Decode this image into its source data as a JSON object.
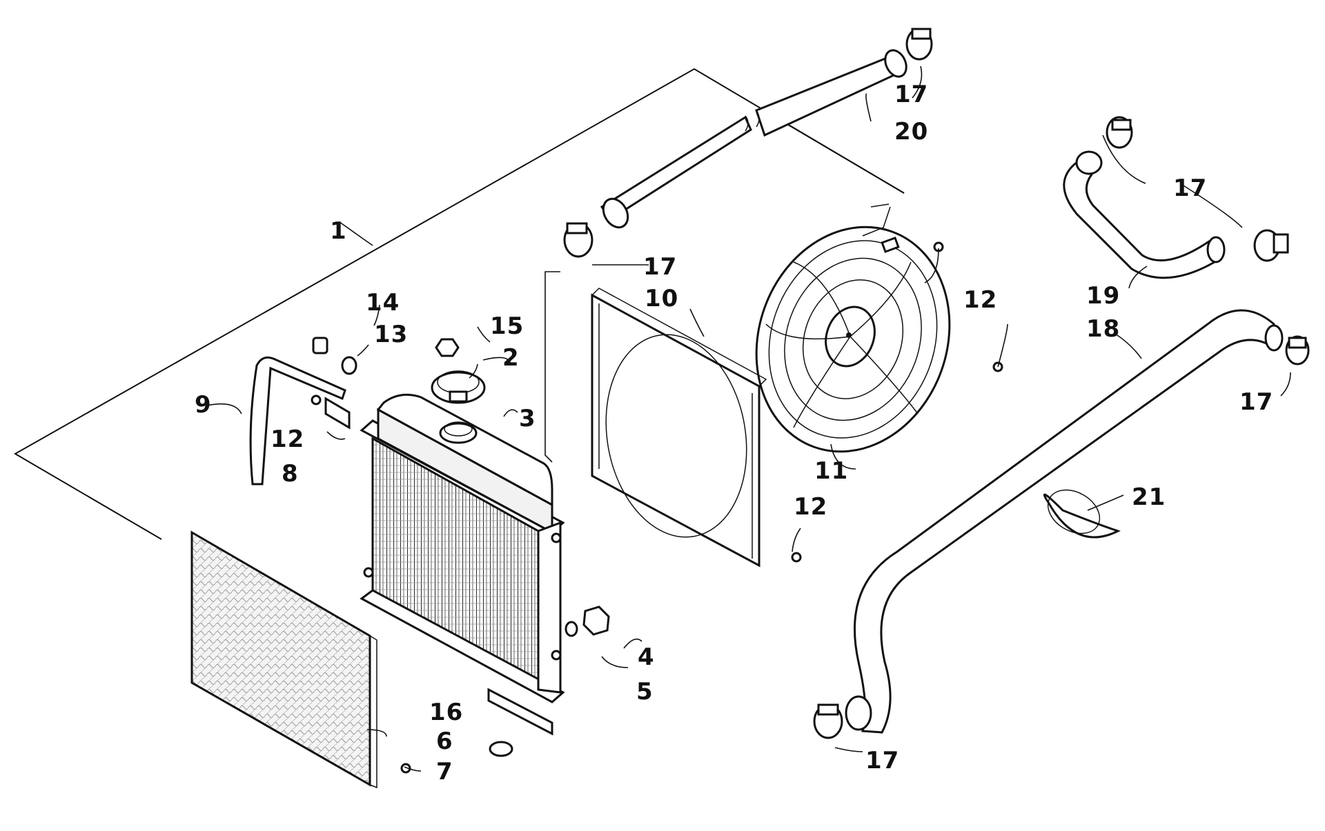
{
  "diagram": {
    "colors": {
      "ink": "#111111",
      "paper": "#ffffff",
      "shade": "#f2f2f2"
    },
    "callouts": [
      {
        "id": "c1",
        "label": "1"
      },
      {
        "id": "c2",
        "label": "2"
      },
      {
        "id": "c3",
        "label": "3"
      },
      {
        "id": "c4",
        "label": "4"
      },
      {
        "id": "c5",
        "label": "5"
      },
      {
        "id": "c6",
        "label": "6"
      },
      {
        "id": "c7",
        "label": "7"
      },
      {
        "id": "c8",
        "label": "8"
      },
      {
        "id": "c9",
        "label": "9"
      },
      {
        "id": "c10",
        "label": "10"
      },
      {
        "id": "c11",
        "label": "11"
      },
      {
        "id": "c12a",
        "label": "12"
      },
      {
        "id": "c12b",
        "label": "12"
      },
      {
        "id": "c12c",
        "label": "12"
      },
      {
        "id": "c13",
        "label": "13"
      },
      {
        "id": "c14",
        "label": "14"
      },
      {
        "id": "c15",
        "label": "15"
      },
      {
        "id": "c16",
        "label": "16"
      },
      {
        "id": "c17a",
        "label": "17"
      },
      {
        "id": "c17b",
        "label": "17"
      },
      {
        "id": "c17c",
        "label": "17"
      },
      {
        "id": "c17d",
        "label": "17"
      },
      {
        "id": "c17e",
        "label": "17"
      },
      {
        "id": "c18",
        "label": "18"
      },
      {
        "id": "c19",
        "label": "19"
      },
      {
        "id": "c20",
        "label": "20"
      },
      {
        "id": "c21",
        "label": "21"
      }
    ]
  }
}
